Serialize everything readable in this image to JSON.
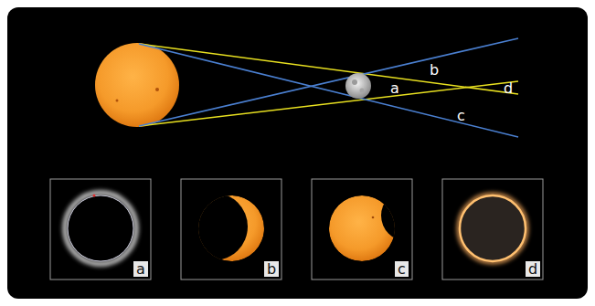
{
  "diagram": {
    "labels": [
      "a",
      "b",
      "c",
      "d",
      "a",
      "b",
      "c",
      "d"
    ]
  }
}
